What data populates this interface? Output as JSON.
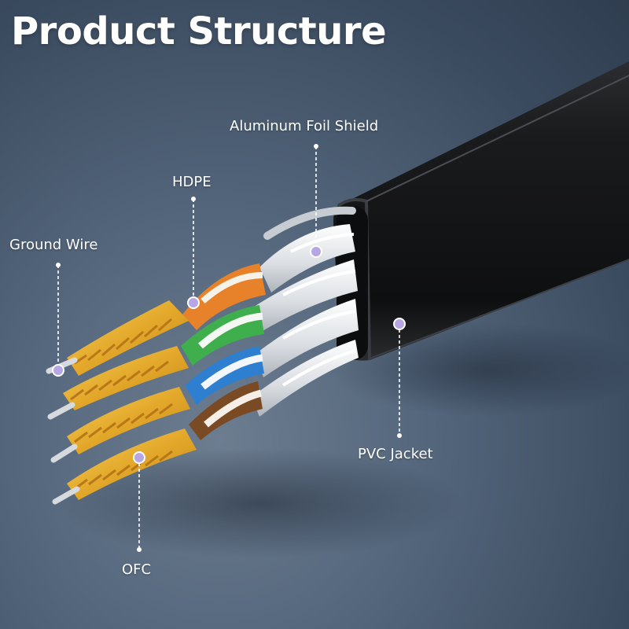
{
  "title": "Product Structure",
  "labels": {
    "aluminum_foil_shield": "Aluminum Foil Shield",
    "hdpe": "HDPE",
    "ground_wire": "Ground Wire",
    "pvc_jacket": "PVC Jacket",
    "ofc": "OFC"
  },
  "colors": {
    "marker": "#b6a6e4",
    "pair_orange": "#e8822a",
    "pair_green": "#3fae4c",
    "pair_blue": "#2f7fd0",
    "pair_brown": "#7a4a24",
    "copper": "#e8b233",
    "jacket": "#151617",
    "foil": "#eceff2"
  }
}
